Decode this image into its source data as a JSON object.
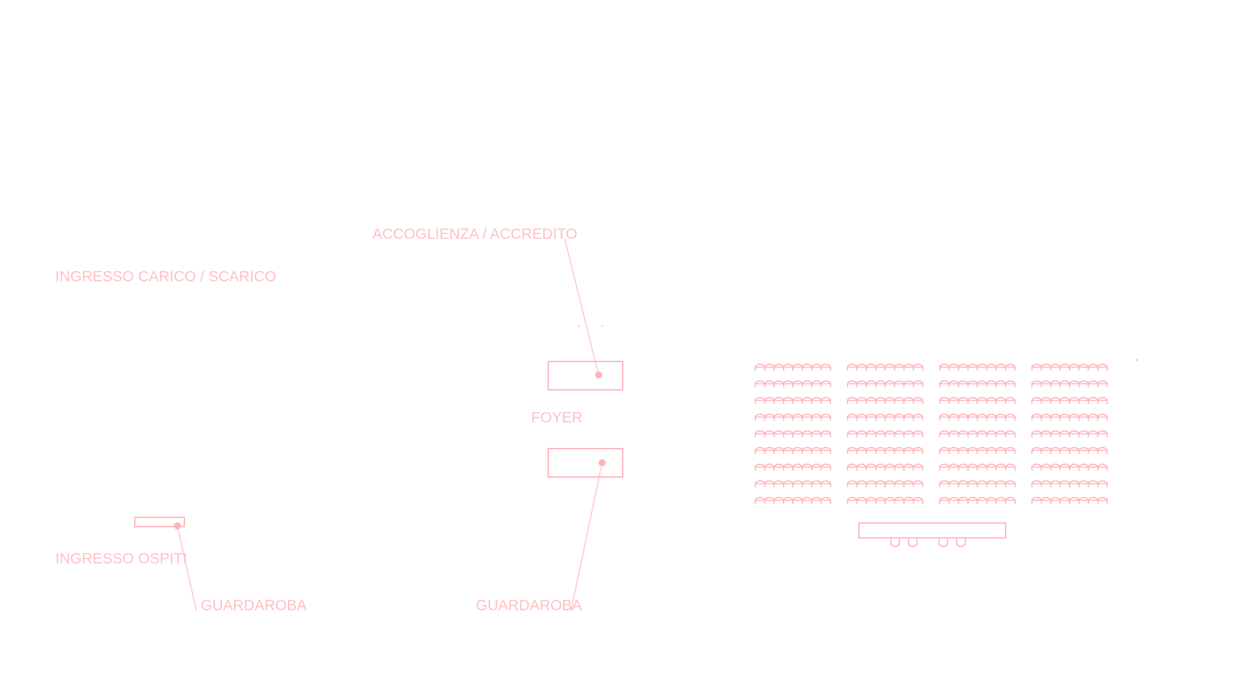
{
  "labels": {
    "accoglienza": "ACCOGLIENZA / ACCREDITO",
    "ingresso_carico": "INGRESSO CARICO / SCARICO",
    "foyer": "FOYER",
    "ingresso_ospiti": "INGRESSO OSPITI",
    "guardaroba_left": "GUARDAROBA",
    "guardaroba_center": "GUARDAROBA"
  },
  "seating": {
    "blocks": 4,
    "rows_per_block": 9,
    "seats_per_row": 8
  },
  "stage_chairs": 4,
  "colors": {
    "drawing": "#ffb9c0",
    "text": "#ffc0c6",
    "background": "#ffffff"
  }
}
